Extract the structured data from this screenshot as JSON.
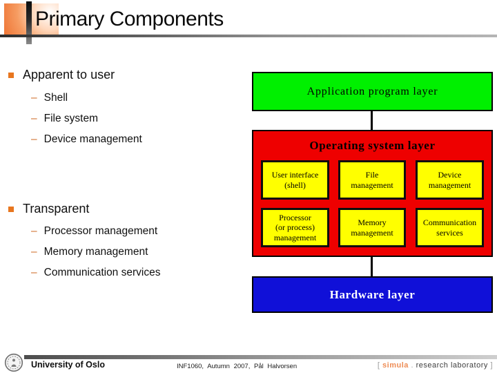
{
  "slide": {
    "title": "Primary Components"
  },
  "bullets": {
    "dash": "–",
    "groups": [
      {
        "label": "Apparent to user",
        "items": [
          "Shell",
          "File system",
          "Device management"
        ]
      },
      {
        "label": "Transparent",
        "items": [
          "Processor management",
          "Memory management",
          "Communication services"
        ]
      }
    ]
  },
  "diagram": {
    "application_layer": "Application program layer",
    "os_layer_title": "Operating system layer",
    "os_boxes": [
      {
        "text": "User interface\n(shell)"
      },
      {
        "text": "File\nmanagement"
      },
      {
        "text": "Device\nmanagement"
      },
      {
        "text": "Processor\n(or process)\nmanagement"
      },
      {
        "text": "Memory\nmanagement"
      },
      {
        "text": "Communication\nservices"
      }
    ],
    "hardware_layer": "Hardware layer"
  },
  "footer": {
    "institution": "University of Oslo",
    "course_info": "INF1060, Autumn 2007, Pål Halvorsen",
    "lab": {
      "open": "[",
      "name": "simula",
      "dot": ".",
      "rest": "research laboratory",
      "close": "]"
    }
  },
  "colors": {
    "application_layer_green": "#00f000",
    "os_layer_red": "#ee0000",
    "os_box_yellow": "#ffff00",
    "hardware_layer_blue": "#1010d8",
    "accent_orange": "#e8761f",
    "simula_orange": "#ee8c55"
  }
}
